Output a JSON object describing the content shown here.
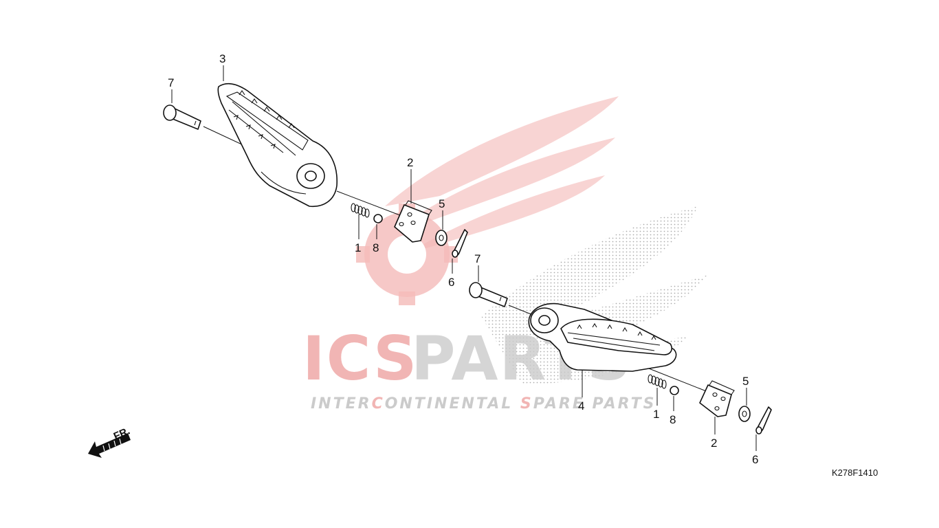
{
  "diagram": {
    "code": "K278F1410",
    "direction_label": "FR.",
    "callouts": {
      "c1a": "1",
      "c1b": "1",
      "c2a": "2",
      "c2b": "2",
      "c3": "3",
      "c4": "4",
      "c5a": "5",
      "c5b": "5",
      "c6a": "6",
      "c6b": "6",
      "c7a": "7",
      "c7b": "7",
      "c8a": "8",
      "c8b": "8"
    }
  },
  "watermark": {
    "brand_a": "ICS",
    "brand_b": "PARTS",
    "tag_1": "INTER",
    "tag_2": "C",
    "tag_3": "ONTINENTAL ",
    "tag_4": "S",
    "tag_5": "PARE PARTS"
  },
  "colors": {
    "watermark_red": "#e0322e",
    "watermark_grey": "#9a9a9a",
    "line": "#111111"
  }
}
